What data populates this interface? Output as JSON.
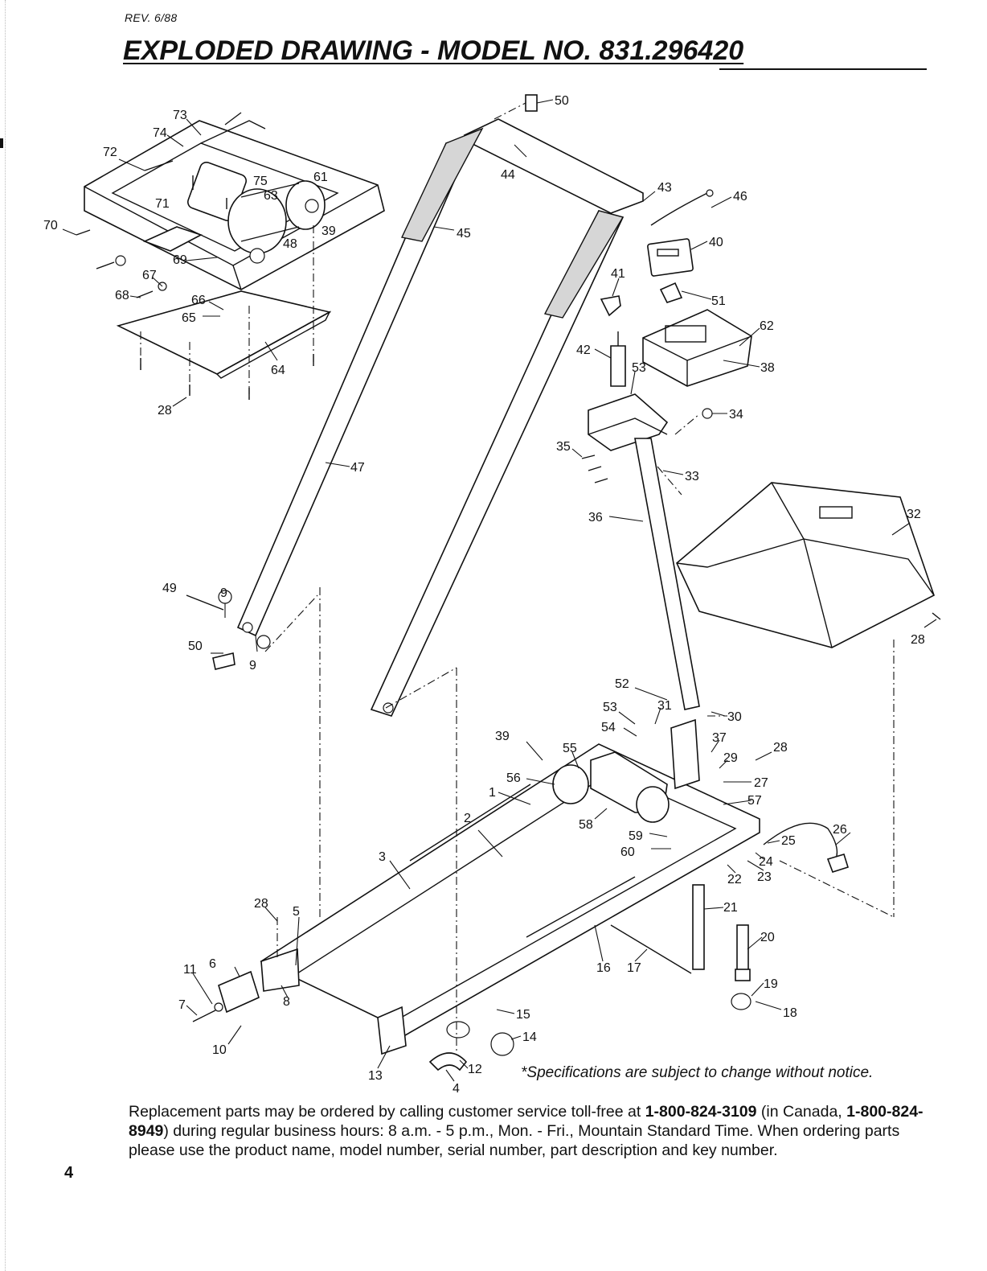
{
  "header": {
    "revision": "REV. 6/88",
    "title": "EXPLODED DRAWING - MODEL NO. 831.296420"
  },
  "drawing": {
    "part_labels": [
      "73",
      "74",
      "72",
      "75",
      "61",
      "70",
      "71",
      "63",
      "39",
      "48",
      "69",
      "67",
      "68",
      "66",
      "65",
      "64",
      "28",
      "50",
      "44",
      "43",
      "46",
      "40",
      "45",
      "41",
      "51",
      "62",
      "42",
      "53",
      "38",
      "34",
      "35",
      "33",
      "47",
      "36",
      "32",
      "49",
      "9",
      "50",
      "9",
      "28",
      "52",
      "53",
      "31",
      "30",
      "54",
      "37",
      "39",
      "55",
      "29",
      "28",
      "56",
      "27",
      "1",
      "57",
      "58",
      "2",
      "59",
      "25",
      "26",
      "60",
      "3",
      "24",
      "23",
      "22",
      "21",
      "28",
      "5",
      "20",
      "16",
      "17",
      "6",
      "11",
      "8",
      "19",
      "18",
      "7",
      "15",
      "14",
      "10",
      "12",
      "13",
      "4"
    ]
  },
  "footer": {
    "specifications_note": "*Specifications are subject to change without notice.",
    "order_text": {
      "part1": "Replacement parts may be ordered by calling customer service toll-free at ",
      "phone_us": "1-800-824-3109",
      "part2": " (in Canada, ",
      "phone_canada": "1-800-824-8949",
      "part3": ") during regular business hours: 8 a.m. - 5 p.m., Mon. - Fri., Mountain Standard Time. When ordering parts please use the product name, model number, serial number, part description and key number."
    },
    "page_number": "4"
  }
}
